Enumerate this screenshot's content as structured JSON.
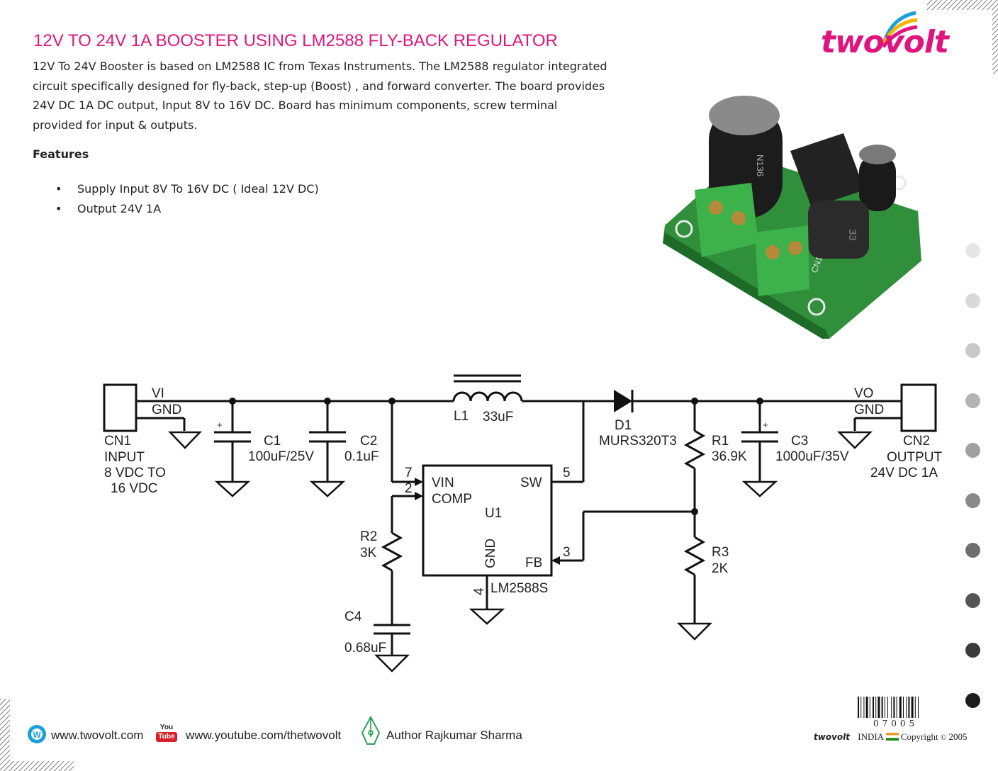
{
  "title": "12V TO 24V 1A BOOSTER USING LM2588 FLY-BACK REGULATOR",
  "description": "12V To 24V Booster is based on LM2588 IC from Texas Instruments. The LM2588 regulator integrated circuit specifically designed for fly-back, step-up (Boost) , and forward converter. The board provides 24V DC 1A DC output, Input 8V to 16V DC. Board has minimum components, screw terminal provided for input & outputs.",
  "features_heading": "Features",
  "features": [
    "Supply Input 8V To 16V DC ( Ideal 12V DC)",
    "Output 24V 1A"
  ],
  "logo": {
    "text": "twovolt"
  },
  "board_photo": {
    "labels": [
      "N136",
      "CN1",
      "33"
    ]
  },
  "schematic": {
    "cn1": {
      "ref": "CN1",
      "label1": "INPUT",
      "label2": "8 VDC TO",
      "label3": "16 VDC",
      "pin_vi": "VI",
      "pin_gnd": "GND"
    },
    "cn2": {
      "ref": "CN2",
      "label1": "OUTPUT",
      "label2": "24V DC 1A",
      "pin_vo": "VO",
      "pin_gnd": "GND"
    },
    "c1": {
      "ref": "C1",
      "value": "100uF/25V"
    },
    "c2": {
      "ref": "C2",
      "value": "0.1uF"
    },
    "c3": {
      "ref": "C3",
      "value": "1000uF/35V"
    },
    "c4": {
      "ref": "C4",
      "value": "0.68uF"
    },
    "l1": {
      "ref": "L1",
      "value": "33uF"
    },
    "d1": {
      "ref": "D1",
      "value": "MURS320T3"
    },
    "r1": {
      "ref": "R1",
      "value": "36.9K"
    },
    "r2": {
      "ref": "R2",
      "value": "3K"
    },
    "r3": {
      "ref": "R3",
      "value": "2K"
    },
    "u1": {
      "ref": "U1",
      "part": "LM2588S",
      "pin_vin": "VIN",
      "pin_comp": "COMP",
      "pin_sw": "SW",
      "pin_fb": "FB",
      "pin_gnd": "GND",
      "n7": "7",
      "n2": "2",
      "n5": "5",
      "n3": "3",
      "n4": "4"
    },
    "plus": "+"
  },
  "footer": {
    "website": "www.twovolt.com",
    "youtube": "www.youtube.com/thetwovolt",
    "yt_you": "You",
    "yt_tube": "Tube",
    "author": "Author Rajkumar Sharma",
    "barcode_number": "07005",
    "brand": "twovolt",
    "country": "INDIA",
    "copyright": "Copyright",
    "year": "2005"
  },
  "colors": {
    "title": "#e0147f",
    "dots": [
      "#e6e6e6",
      "#d9d9d9",
      "#c8c8c8",
      "#b4b4b4",
      "#a0a0a0",
      "#8a8a8a",
      "#6e6e6e",
      "#555555",
      "#3a3a3a",
      "#1c1c1c"
    ]
  }
}
